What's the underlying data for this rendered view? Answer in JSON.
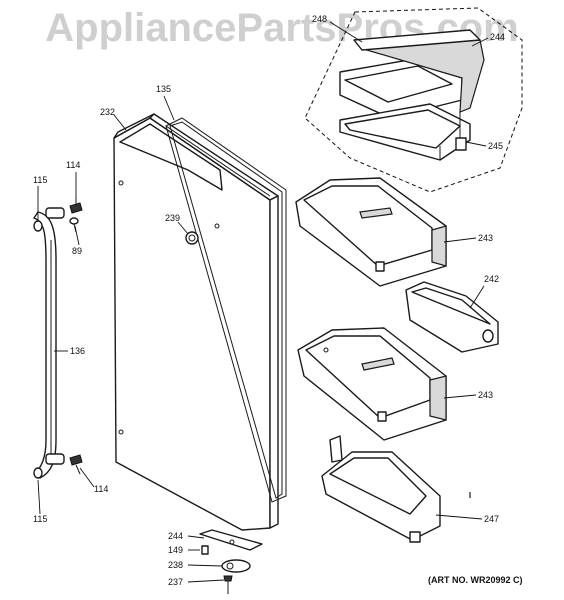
{
  "watermark": "AppliancePartsPros.com",
  "art_number": "(ART NO. WR20992 C)",
  "labels": {
    "p248": "248",
    "p244_top": "244",
    "p245": "245",
    "p135": "135",
    "p232": "232",
    "p114_top": "114",
    "p115_top": "115",
    "p89": "89",
    "p239": "239",
    "p243_top": "243",
    "p242": "242",
    "p136": "136",
    "p243_bottom": "243",
    "p114_bottom": "114",
    "p115_bottom": "115",
    "p247": "247",
    "p244_bottom": "244",
    "p149": "149",
    "p238": "238",
    "p237": "237"
  }
}
